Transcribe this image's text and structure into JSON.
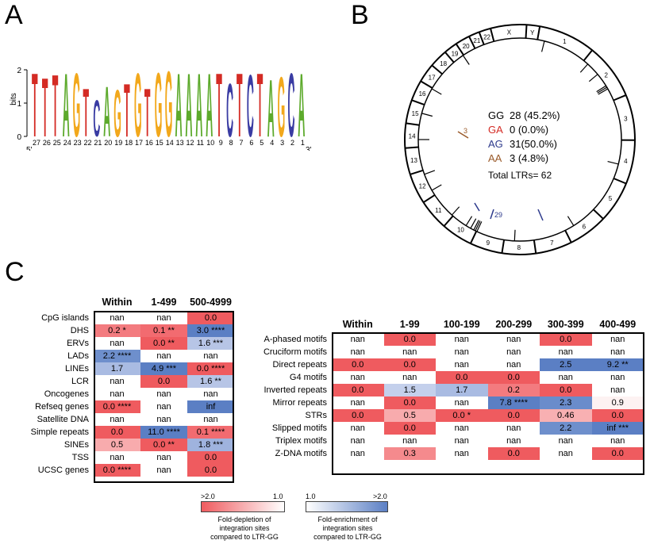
{
  "panels": {
    "a": "A",
    "b": "B",
    "c": "C"
  },
  "logo": {
    "ylabel": "bits",
    "yticks": [
      "0",
      "1",
      "2"
    ],
    "positions": [
      "27",
      "26",
      "25",
      "24",
      "23",
      "22",
      "21",
      "20",
      "19",
      "18",
      "17",
      "16",
      "15",
      "14",
      "13",
      "12",
      "11",
      "10",
      "9",
      "8",
      "7",
      "6",
      "5",
      "4",
      "3",
      "2",
      "1"
    ],
    "end5": "5'",
    "end3": "3'",
    "letters": [
      "T",
      "T",
      "T",
      "A",
      "G",
      "T",
      "C",
      "A",
      "G",
      "T",
      "G",
      "T",
      "G",
      "G",
      "A",
      "A",
      "A",
      "A",
      "T",
      "C",
      "T",
      "C",
      "T",
      "A",
      "G",
      "C",
      "A"
    ],
    "colors": {
      "T": "#d42b24",
      "A": "#5daa2c",
      "G": "#f2a81c",
      "C": "#3a3ca3"
    }
  },
  "circos": {
    "chromosomes": [
      "1",
      "2",
      "3",
      "4",
      "5",
      "6",
      "7",
      "8",
      "9",
      "10",
      "11",
      "12",
      "13",
      "14",
      "15",
      "16",
      "17",
      "18",
      "19",
      "20",
      "21",
      "22",
      "X",
      "Y"
    ],
    "legend": [
      {
        "label": "GG",
        "value": "28 (45.2%)",
        "color": "#000000"
      },
      {
        "label": "GA",
        "value": "0 (0.0%)",
        "color": "#d42b24"
      },
      {
        "label": "AG",
        "value": "31(50.0%)",
        "color": "#2d3a8c"
      },
      {
        "label": "AA",
        "value": "3 (4.8%)",
        "color": "#9a5a2a"
      }
    ],
    "total": "Total LTRs= 62",
    "inner_labels": {
      "aa": "3",
      "ag": "29"
    }
  },
  "heatmap1": {
    "columns": [
      "Within",
      "1-499",
      "500-4999"
    ],
    "rows": [
      {
        "label": "CpG islands",
        "cells": [
          {
            "t": "nan",
            "c": "#ffffff"
          },
          {
            "t": "nan",
            "c": "#ffffff"
          },
          {
            "t": "0.0",
            "c": "#ef5b5f"
          }
        ]
      },
      {
        "label": "DHS",
        "cells": [
          {
            "t": "0.2 *",
            "c": "#f37b7f"
          },
          {
            "t": "0.1 **",
            "c": "#f26b70"
          },
          {
            "t": "3.0 ****",
            "c": "#5b7fc4"
          }
        ]
      },
      {
        "label": "ERVs",
        "cells": [
          {
            "t": "nan",
            "c": "#ffffff"
          },
          {
            "t": "0.0 **",
            "c": "#ef5b5f"
          },
          {
            "t": "1.6 ***",
            "c": "#b7c5e6"
          }
        ]
      },
      {
        "label": "LADs",
        "cells": [
          {
            "t": "2.2 ****",
            "c": "#6e8fcc"
          },
          {
            "t": "nan",
            "c": "#ffffff"
          },
          {
            "t": "nan",
            "c": "#ffffff"
          }
        ]
      },
      {
        "label": "LINEs",
        "cells": [
          {
            "t": "1.7",
            "c": "#a9bbe2"
          },
          {
            "t": "4.9 ***",
            "c": "#5b7fc4"
          },
          {
            "t": "0.0 ****",
            "c": "#ef5b5f"
          }
        ]
      },
      {
        "label": "LCR",
        "cells": [
          {
            "t": "nan",
            "c": "#ffffff"
          },
          {
            "t": "0.0",
            "c": "#ef5b5f"
          },
          {
            "t": "1.6 **",
            "c": "#b7c5e6"
          }
        ]
      },
      {
        "label": "Oncogenes",
        "cells": [
          {
            "t": "nan",
            "c": "#ffffff"
          },
          {
            "t": "nan",
            "c": "#ffffff"
          },
          {
            "t": "nan",
            "c": "#ffffff"
          }
        ]
      },
      {
        "label": "Refseq genes",
        "cells": [
          {
            "t": "0.0 ****",
            "c": "#ef5b5f"
          },
          {
            "t": "nan",
            "c": "#ffffff"
          },
          {
            "t": "inf",
            "c": "#5b7fc4"
          }
        ]
      },
      {
        "label": "Satellite DNA",
        "cells": [
          {
            "t": "nan",
            "c": "#ffffff"
          },
          {
            "t": "nan",
            "c": "#ffffff"
          },
          {
            "t": "nan",
            "c": "#ffffff"
          }
        ]
      },
      {
        "label": "Simple repeats",
        "cells": [
          {
            "t": "0.0",
            "c": "#ef5b5f"
          },
          {
            "t": "11.0 ****",
            "c": "#5b7fc4"
          },
          {
            "t": "0.1 ****",
            "c": "#f26b70"
          }
        ]
      },
      {
        "label": "SINEs",
        "cells": [
          {
            "t": "0.5",
            "c": "#f8abad"
          },
          {
            "t": "0.0 **",
            "c": "#ef5b5f"
          },
          {
            "t": "1.8 ***",
            "c": "#9fb3de"
          }
        ]
      },
      {
        "label": "TSS",
        "cells": [
          {
            "t": "nan",
            "c": "#ffffff"
          },
          {
            "t": "nan",
            "c": "#ffffff"
          },
          {
            "t": "0.0",
            "c": "#ef5b5f"
          }
        ]
      },
      {
        "label": "UCSC genes",
        "cells": [
          {
            "t": "0.0 ****",
            "c": "#ef5b5f"
          },
          {
            "t": "nan",
            "c": "#ffffff"
          },
          {
            "t": "0.0",
            "c": "#ef5b5f"
          }
        ]
      }
    ]
  },
  "heatmap2": {
    "columns": [
      "Within",
      "1-99",
      "100-199",
      "200-299",
      "300-399",
      "400-499"
    ],
    "rows": [
      {
        "label": "A-phased motifs",
        "cells": [
          {
            "t": "nan",
            "c": "#ffffff"
          },
          {
            "t": "0.0",
            "c": "#ef5b5f"
          },
          {
            "t": "nan",
            "c": "#ffffff"
          },
          {
            "t": "nan",
            "c": "#ffffff"
          },
          {
            "t": "0.0",
            "c": "#ef5b5f"
          },
          {
            "t": "nan",
            "c": "#ffffff"
          }
        ]
      },
      {
        "label": "Cruciform motifs",
        "cells": [
          {
            "t": "nan",
            "c": "#ffffff"
          },
          {
            "t": "nan",
            "c": "#ffffff"
          },
          {
            "t": "nan",
            "c": "#ffffff"
          },
          {
            "t": "nan",
            "c": "#ffffff"
          },
          {
            "t": "nan",
            "c": "#ffffff"
          },
          {
            "t": "nan",
            "c": "#ffffff"
          }
        ]
      },
      {
        "label": "Direct repeats",
        "cells": [
          {
            "t": "0.0",
            "c": "#ef5b5f"
          },
          {
            "t": "0.0",
            "c": "#ef5b5f"
          },
          {
            "t": "nan",
            "c": "#ffffff"
          },
          {
            "t": "nan",
            "c": "#ffffff"
          },
          {
            "t": "2.5",
            "c": "#5b7fc4"
          },
          {
            "t": "9.2 **",
            "c": "#5b7fc4"
          }
        ]
      },
      {
        "label": "G4 motifs",
        "cells": [
          {
            "t": "nan",
            "c": "#ffffff"
          },
          {
            "t": "nan",
            "c": "#ffffff"
          },
          {
            "t": "0.0",
            "c": "#ef5b5f"
          },
          {
            "t": "0.0",
            "c": "#ef5b5f"
          },
          {
            "t": "nan",
            "c": "#ffffff"
          },
          {
            "t": "nan",
            "c": "#ffffff"
          }
        ]
      },
      {
        "label": "Inverted repeats",
        "cells": [
          {
            "t": "0.0",
            "c": "#ef5b5f"
          },
          {
            "t": "1.5",
            "c": "#c4d0ec"
          },
          {
            "t": "1.7",
            "c": "#a9bbe2"
          },
          {
            "t": "0.2",
            "c": "#f37b7f"
          },
          {
            "t": "0.0",
            "c": "#ef5b5f"
          },
          {
            "t": "nan",
            "c": "#ffffff"
          }
        ]
      },
      {
        "label": "Mirror repeats",
        "cells": [
          {
            "t": "nan",
            "c": "#ffffff"
          },
          {
            "t": "0.0",
            "c": "#ef5b5f"
          },
          {
            "t": "nan",
            "c": "#ffffff"
          },
          {
            "t": "7.8 ****",
            "c": "#5b7fc4"
          },
          {
            "t": "2.3",
            "c": "#6a8ccb"
          },
          {
            "t": "0.9",
            "c": "#fdf2f2"
          }
        ]
      },
      {
        "label": "STRs",
        "cells": [
          {
            "t": "0.0",
            "c": "#ef5b5f"
          },
          {
            "t": "0.5",
            "c": "#f8abad"
          },
          {
            "t": "0.0 *",
            "c": "#ef5b5f"
          },
          {
            "t": "0.0",
            "c": "#ef5b5f"
          },
          {
            "t": "0.46",
            "c": "#f8b0b2"
          },
          {
            "t": "0.0",
            "c": "#ef5b5f"
          }
        ]
      },
      {
        "label": "Slipped motifs",
        "cells": [
          {
            "t": "nan",
            "c": "#ffffff"
          },
          {
            "t": "0.0",
            "c": "#ef5b5f"
          },
          {
            "t": "nan",
            "c": "#ffffff"
          },
          {
            "t": "nan",
            "c": "#ffffff"
          },
          {
            "t": "2.2",
            "c": "#6e8fcc"
          },
          {
            "t": "inf ***",
            "c": "#5b7fc4"
          }
        ]
      },
      {
        "label": "Triplex motifs",
        "cells": [
          {
            "t": "nan",
            "c": "#ffffff"
          },
          {
            "t": "nan",
            "c": "#ffffff"
          },
          {
            "t": "nan",
            "c": "#ffffff"
          },
          {
            "t": "nan",
            "c": "#ffffff"
          },
          {
            "t": "nan",
            "c": "#ffffff"
          },
          {
            "t": "nan",
            "c": "#ffffff"
          }
        ]
      },
      {
        "label": "Z-DNA motifs",
        "cells": [
          {
            "t": "nan",
            "c": "#ffffff"
          },
          {
            "t": "0.3",
            "c": "#f58a8d"
          },
          {
            "t": "nan",
            "c": "#ffffff"
          },
          {
            "t": "0.0",
            "c": "#ef5b5f"
          },
          {
            "t": "nan",
            "c": "#ffffff"
          },
          {
            "t": "0.0",
            "c": "#ef5b5f"
          }
        ]
      }
    ]
  },
  "legend": {
    "depletion": {
      "left": ">2.0",
      "right": "1.0",
      "caption": "Fold-depletion of integration sites compared to LTR-GG",
      "color_strong": "#ef5b5f"
    },
    "enrichment": {
      "left": "1.0",
      "right": ">2.0",
      "caption": "Fold-enrichment of integration sites compared to LTR-GG",
      "color_strong": "#5b7fc4"
    }
  }
}
